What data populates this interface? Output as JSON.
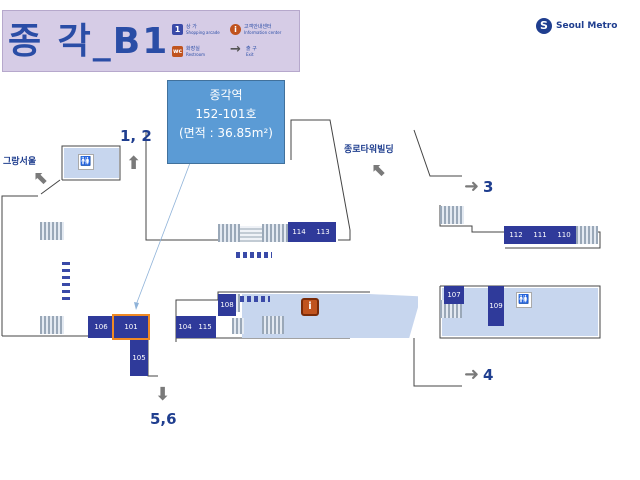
{
  "header": {
    "title": "종 각_B1",
    "legend": [
      {
        "icon": "1",
        "text": "상 가",
        "sub": "Shopping arcade",
        "color": "#3a4aa8"
      },
      {
        "icon": "i",
        "text": "고객안내센터",
        "sub": "Information center",
        "color": "#c0531e"
      },
      {
        "icon": "wc",
        "text": "화장실",
        "sub": "Restroom",
        "color": "#c0531e"
      },
      {
        "icon": "→",
        "text": "출 구",
        "sub": "Exit",
        "color": "#555555"
      }
    ]
  },
  "brand": {
    "name": "Seoul Metro",
    "logo_glyph": "S"
  },
  "callout": {
    "line1": "종각역",
    "line2": "152-101호",
    "line3": "(면적 : 36.85m²)"
  },
  "exits": {
    "e12": "1, 2",
    "e3": "3",
    "e4": "4",
    "e56": "5,6"
  },
  "places": {
    "grangseoul": "그랑서울",
    "jongrotower": "종로타워빌딩"
  },
  "shops": {
    "s101": "101",
    "s104": "104",
    "s105": "105",
    "s106": "106",
    "s107": "107",
    "s108": "108",
    "s109": "109",
    "s110": "110",
    "s111": "111",
    "s112": "112",
    "s113": "113",
    "s114": "114",
    "s115": "115"
  },
  "icons": {
    "restroom": "restroom-icon",
    "info": "info-icon",
    "arrow": "exit-arrow-icon"
  },
  "colors": {
    "shop": "#2f3a9a",
    "highlight": "#f08a24",
    "area": "#c7d6ee",
    "callout": "#5b9bd5",
    "text": "#1f3e8f"
  }
}
